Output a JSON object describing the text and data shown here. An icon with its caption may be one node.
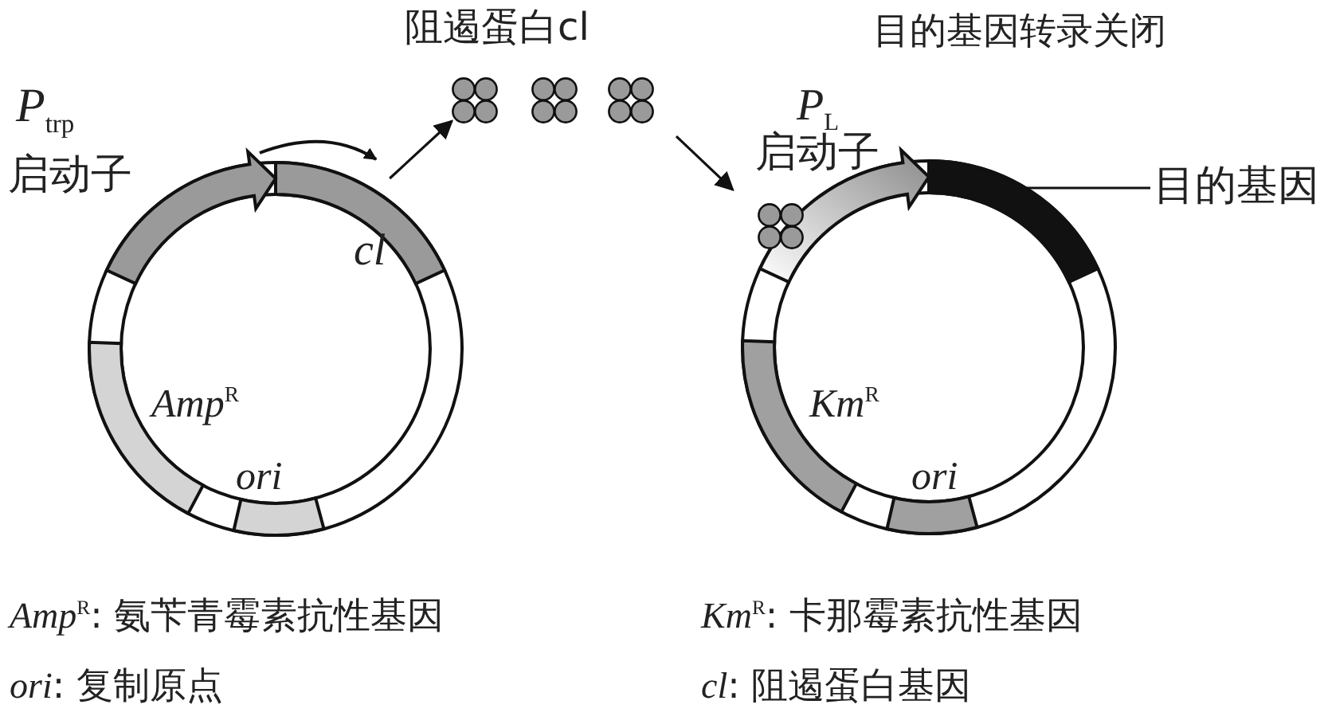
{
  "diagram": {
    "nodes": [
      {
        "text": [
          "cl"
        ]
      },
      {
        "text": [
          "阻遏蛋白cl"
        ]
      },
      {
        "text": [
          "*P*$_{L}$",
          "启动子"
        ]
      },
      {
        "text": [
          "目的基因"
        ]
      },
      {
        "text": [],
        "shape": "bar"
      }
    ],
    "edges": [
      {
        "from": 0,
        "to": 1,
        "arrow": "to"
      },
      {
        "from": 1,
        "to": 2,
        "arrow": "to"
      },
      {
        "from": 3,
        "to": 4,
        "arrow": "none"
      }
    ],
    "labels": [
      "*P*$_{trp}$",
      "启动子",
      "*Amp*$^{R}$",
      "ori",
      "目的基因转录关闭",
      "*Km*$^{R}$",
      "ori",
      "*Amp*$^{R}$: 氨苄青霉素抗性基因",
      "*Km*$^{R}$: 卡那霉素抗性基因",
      "*ori*: 复制原点",
      "*cl*: 阻遏蛋白基因"
    ]
  }
}
